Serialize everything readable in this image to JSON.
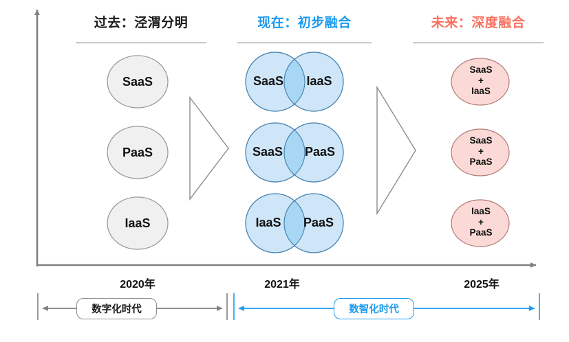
{
  "diagram": {
    "title_columns": [
      {
        "id": "past",
        "label": "过去：泾渭分明",
        "color": "#1a1a1a"
      },
      {
        "id": "now",
        "label": "现在：初步融合",
        "color": "#1b9bf0"
      },
      {
        "id": "future",
        "label": "未来：深度融合",
        "color": "#f9715e"
      }
    ],
    "past_column": {
      "circles": [
        {
          "label": "SaaS",
          "fill": "#f0f0f0",
          "stroke": "#9a9a9a"
        },
        {
          "label": "PaaS",
          "fill": "#f0f0f0",
          "stroke": "#9a9a9a"
        },
        {
          "label": "IaaS",
          "fill": "#f0f0f0",
          "stroke": "#9a9a9a"
        }
      ]
    },
    "now_column": {
      "fill": "#cfe6f8",
      "overlap_fill": "#a8d6f5",
      "stroke": "#4d86b0",
      "venns": [
        {
          "left": "SaaS",
          "right": "IaaS"
        },
        {
          "left": "SaaS",
          "right": "PaaS"
        },
        {
          "left": "IaaS",
          "right": "PaaS"
        }
      ]
    },
    "future_column": {
      "fill": "#fbd9d6",
      "stroke": "#b07a75",
      "circles": [
        {
          "line1": "SaaS",
          "plus": "+",
          "line2": "IaaS"
        },
        {
          "line1": "SaaS",
          "plus": "+",
          "line2": "PaaS"
        },
        {
          "line1": "IaaS",
          "plus": "+",
          "line2": "PaaS"
        }
      ]
    },
    "years": [
      {
        "label": "2020年"
      },
      {
        "label": "2021年"
      },
      {
        "label": "2025年"
      }
    ],
    "eras": [
      {
        "label": "数字化时代",
        "color": "#1a1a1a",
        "accent": "#8c8c8c"
      },
      {
        "label": "数智化时代",
        "color": "#1b9bf0",
        "accent": "#1b9bf0"
      }
    ],
    "axis": {
      "color": "#808080"
    },
    "chevrons": {
      "stroke": "#8c8c8c"
    }
  }
}
